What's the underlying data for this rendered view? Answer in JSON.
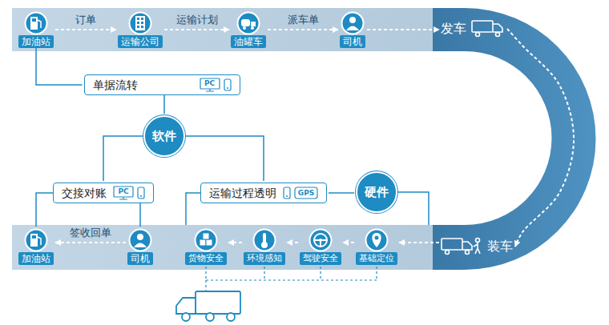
{
  "diagram": {
    "nodes": [
      {
        "text": [
          "加油站"
        ]
      },
      {
        "text": [
          "运输公司"
        ]
      },
      {
        "text": [
          "油罐车"
        ]
      },
      {
        "text": [
          "司机"
        ]
      },
      {
        "text": [
          "发车"
        ]
      },
      {
        "text": [
          "单据流转"
        ]
      },
      {
        "text": [
          "软件"
        ]
      },
      {
        "text": [
          "交接对账"
        ]
      },
      {
        "text": [
          "运输过程透明"
        ]
      },
      {
        "text": [
          "硬件"
        ]
      },
      {
        "text": [
          "加油站"
        ]
      },
      {
        "text": [
          "司机"
        ]
      },
      {
        "text": [
          "货物安全"
        ]
      },
      {
        "text": [
          "环境感知"
        ]
      },
      {
        "text": [
          "驾驶安全"
        ]
      },
      {
        "text": [
          "基础定位"
        ]
      },
      {
        "text": [
          "装车"
        ]
      }
    ],
    "edges": [
      {
        "from": 0,
        "to": 1,
        "arrow": "to",
        "label": "订单"
      },
      {
        "from": 1,
        "to": 2,
        "arrow": "to",
        "label": "运输计划"
      },
      {
        "from": 2,
        "to": 3,
        "arrow": "to",
        "label": "派车单"
      },
      {
        "from": 3,
        "to": 4,
        "arrow": "to"
      },
      {
        "from": 4,
        "to": 16,
        "arrow": "to"
      },
      {
        "from": 16,
        "to": 15,
        "arrow": "to"
      },
      {
        "from": 15,
        "to": 14,
        "arrow": "to"
      },
      {
        "from": 14,
        "to": 13,
        "arrow": "to"
      },
      {
        "from": 13,
        "to": 12,
        "arrow": "to"
      },
      {
        "from": 11,
        "to": 10,
        "arrow": "to",
        "label": "签收回单"
      },
      {
        "from": 0,
        "to": 5,
        "arrow": "none"
      },
      {
        "from": 5,
        "to": 6,
        "arrow": "none"
      },
      {
        "from": 6,
        "to": 7,
        "arrow": "none"
      },
      {
        "from": 6,
        "to": 8,
        "arrow": "none"
      },
      {
        "from": 8,
        "to": 9,
        "arrow": "none"
      },
      {
        "from": 7,
        "to": 10,
        "arrow": "none"
      },
      {
        "from": 7,
        "to": 11,
        "arrow": "none"
      }
    ],
    "labels": [
      "PC",
      "PC",
      "GPS"
    ]
  }
}
